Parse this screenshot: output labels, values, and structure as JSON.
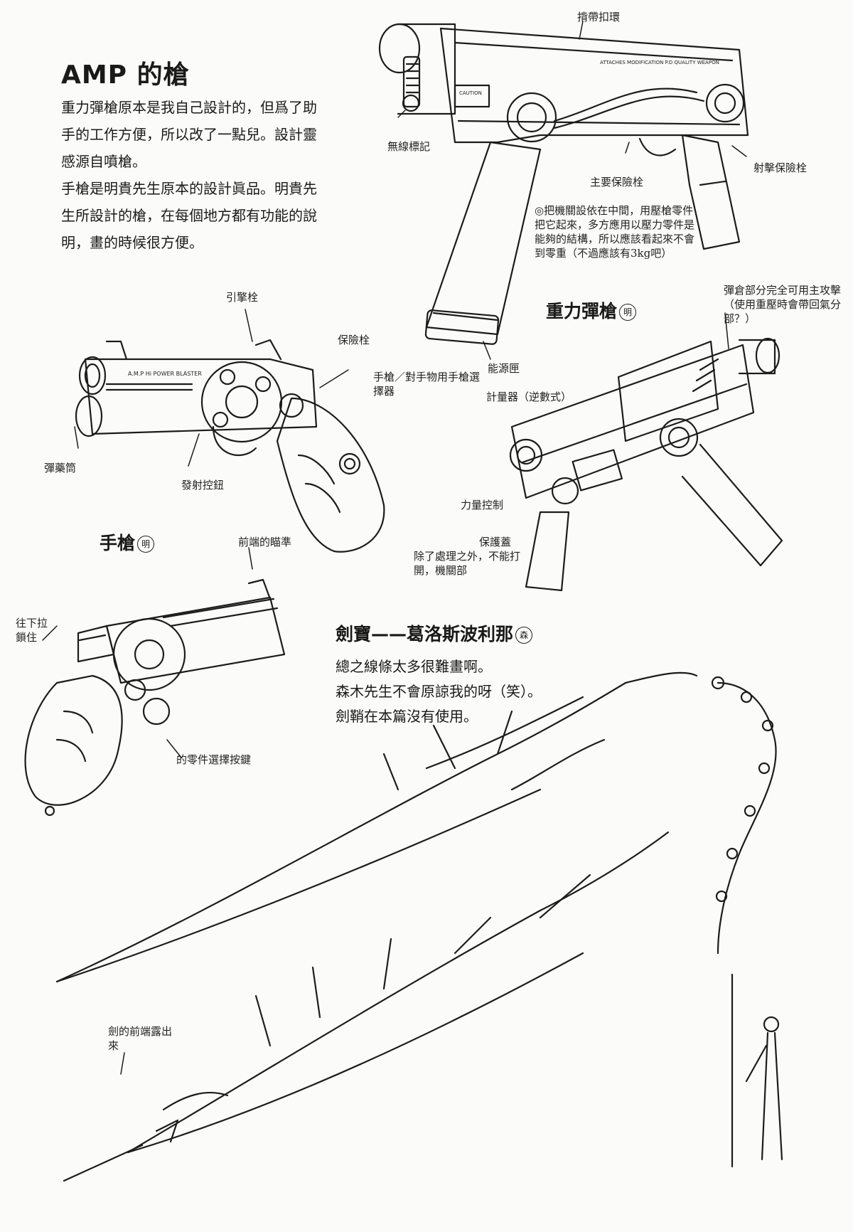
{
  "page": {
    "title": "AMP 的槍",
    "intro_lines": [
      "重力彈槍原本是我自己設計的，但爲了助",
      "手的工作方便，所以改了一點兒。設計靈",
      "感源自噴槍。",
      "手槍是明貴先生原本的設計眞品。明貴先",
      "生所設計的槍，在每個地方都有功能的說",
      "明，畫的時候很方便。"
    ]
  },
  "gravity_gun": {
    "caption": "重力彈槍",
    "credit": "明",
    "labels": {
      "strap_pin": "揹帶扣環",
      "marking": "無線標記",
      "main_safety": "主要保險栓",
      "recoil_safety": "射擊保險栓",
      "note": "◎把機關設依在中間，用壓槍零件把它起來，多方應用以壓力零件是能夠的結構，所以應該看起來不會到零重（不過應該有3kg吧）",
      "ammo_note": "彈倉部分完全可用主攻擊（使用重壓時會帶回氣分部？）",
      "magazine": "能源匣",
      "meter": "計量器（逆數式）",
      "power_switch": "力量控制",
      "cover": "保護蓋",
      "cover_note": "除了處理之外，不能打開，機關部"
    },
    "side_text": "ATTACHES MODIFICATION P.D QUALITY WEAPON",
    "caution": "CAUTION"
  },
  "pistol": {
    "caption": "手槍",
    "credit": "明",
    "brand": "A.M.P Hi POWER BLASTER",
    "labels": {
      "hammer": "引擎栓",
      "safety": "保險栓",
      "mode": "手槍／對手物用手槍選擇器",
      "cylinder": "彈藥筒",
      "release": "發射控鈕",
      "front_sight": "前端的瞄準",
      "lock": "往下拉鎖住",
      "parts": "的零件選擇按鍵"
    }
  },
  "sword": {
    "caption": "劍寶——葛洛斯波利那",
    "credit": "森",
    "lines": [
      "總之線條太多很難畫啊。",
      "森木先生不會原諒我的呀（笑）。",
      "劍鞘在本篇沒有使用。"
    ],
    "label": "劍的前端露出來"
  }
}
